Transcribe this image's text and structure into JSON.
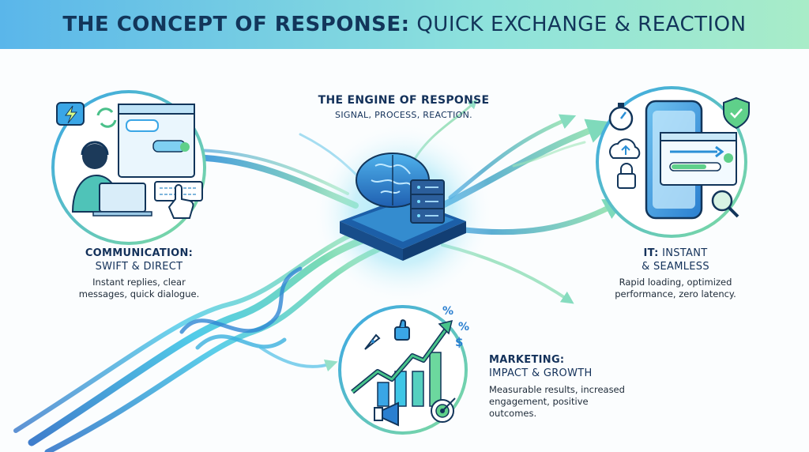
{
  "title": {
    "bold": "THE CONCEPT OF RESPONSE:",
    "light": "QUICK EXCHANGE & REACTION"
  },
  "engine": {
    "title": "THE ENGINE OF RESPONSE",
    "subtitle": "SIGNAL, PROCESS, REACTION."
  },
  "communication": {
    "heading": "COMMUNICATION:",
    "subheading": "SWIFT & DIRECT",
    "desc_line1": "Instant replies, clear",
    "desc_line2": "messages, quick dialogue."
  },
  "it": {
    "heading": "IT:",
    "heading_rest": "INSTANT",
    "subheading": "& SEAMLESS",
    "desc_line1": "Rapid loading, optimized",
    "desc_line2": "performance, zero latency."
  },
  "marketing": {
    "heading": "MARKETING:",
    "subheading": "IMPACT & GROWTH",
    "desc_line1": "Measurable results, increased",
    "desc_line2": "engagement, positive",
    "desc_line3": "outcomes."
  },
  "icons": [
    "lightning-icon",
    "refresh-icon",
    "headset-person-icon",
    "laptop-icon",
    "chat-window-icon",
    "keyboard-icon",
    "pointing-hand-icon",
    "stopwatch-icon",
    "cloud-upload-icon",
    "padlock-icon",
    "smartphone-icon",
    "shield-check-icon",
    "magnifier-icon",
    "brain-icon",
    "server-icon",
    "chip-icon",
    "rocket-icon",
    "thumbs-up-icon",
    "percent-icon",
    "dollar-icon",
    "bar-chart-icon",
    "megaphone-icon",
    "target-icon"
  ],
  "colors": {
    "navy": "#12355a",
    "blue": "#2a8fd6",
    "cyan": "#3fc6e6",
    "green": "#7bdc9a"
  }
}
